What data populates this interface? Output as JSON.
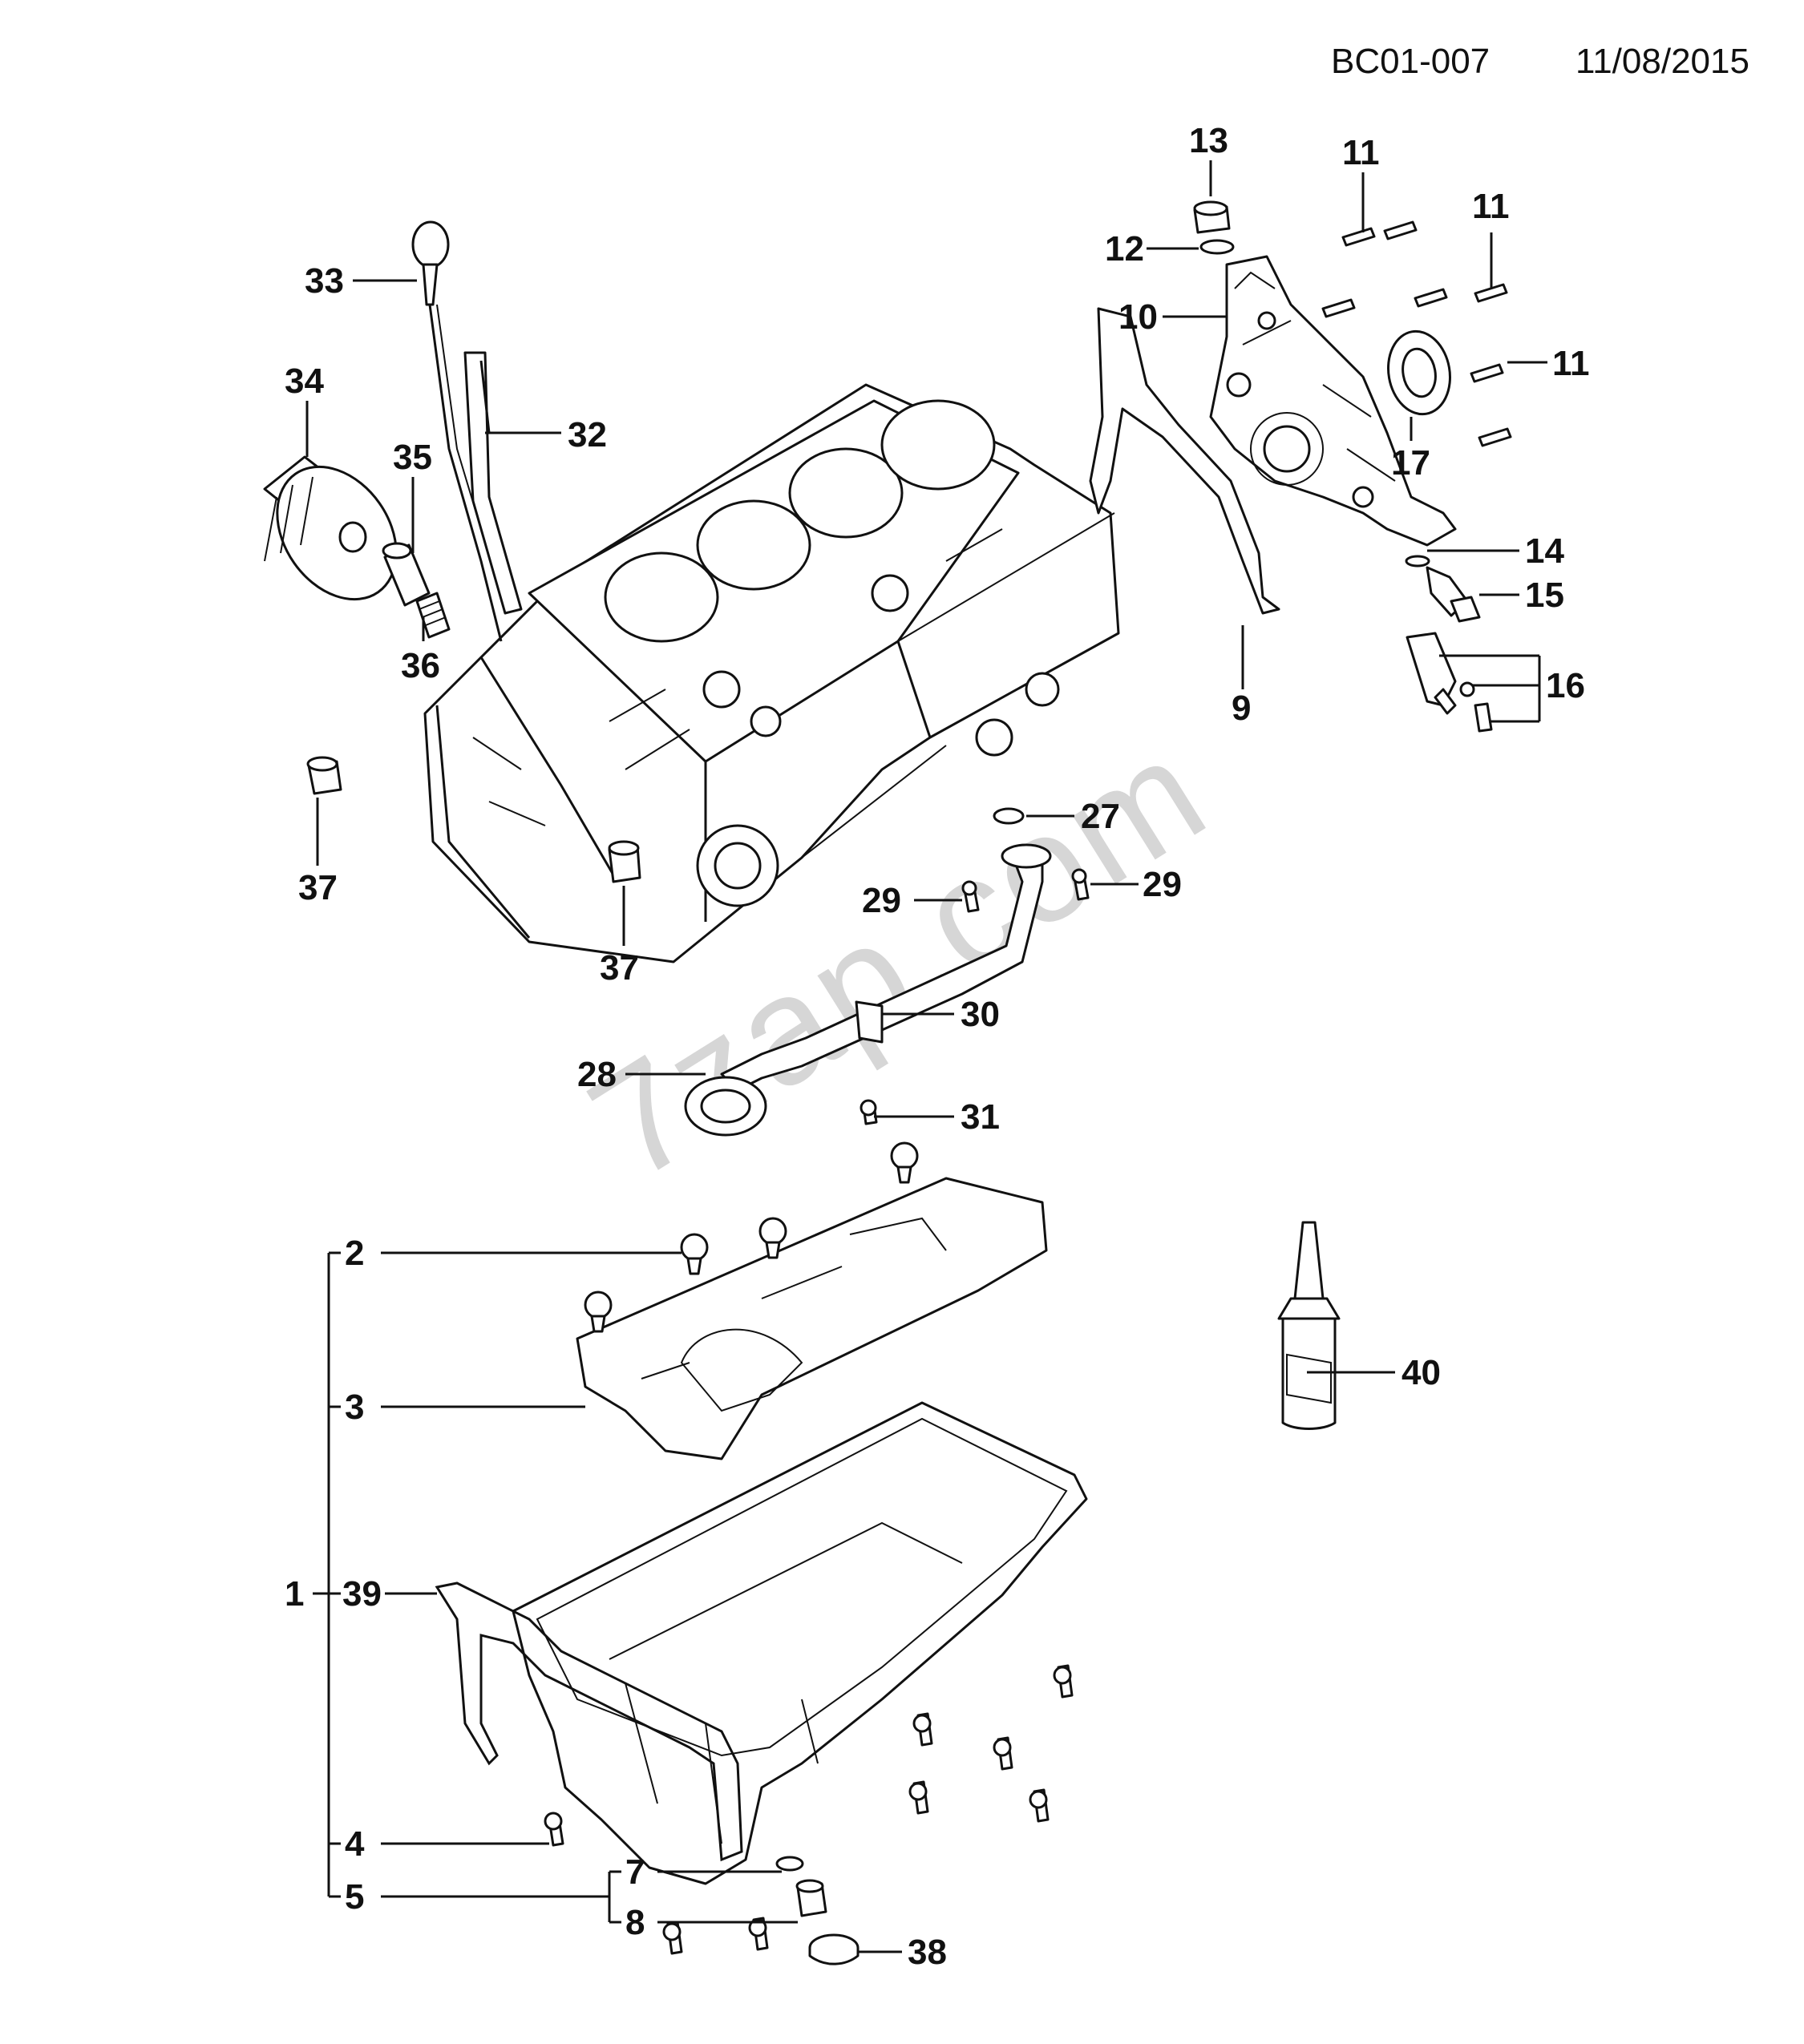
{
  "header": {
    "code": "BC01-007",
    "date": "11/08/2015"
  },
  "watermark": "7zap.com",
  "callouts": {
    "c1": "1",
    "c2": "2",
    "c3": "3",
    "c4": "4",
    "c5": "5",
    "c7": "7",
    "c8": "8",
    "c9": "9",
    "c10": "10",
    "c11a": "11",
    "c11b": "11",
    "c11c": "11",
    "c12": "12",
    "c13": "13",
    "c14": "14",
    "c15": "15",
    "c16": "16",
    "c17": "17",
    "c27": "27",
    "c28": "28",
    "c29a": "29",
    "c29b": "29",
    "c30": "30",
    "c31": "31",
    "c32": "32",
    "c33": "33",
    "c34": "34",
    "c35": "35",
    "c36": "36",
    "c37a": "37",
    "c37b": "37",
    "c38": "38",
    "c39": "39",
    "c40": "40"
  }
}
